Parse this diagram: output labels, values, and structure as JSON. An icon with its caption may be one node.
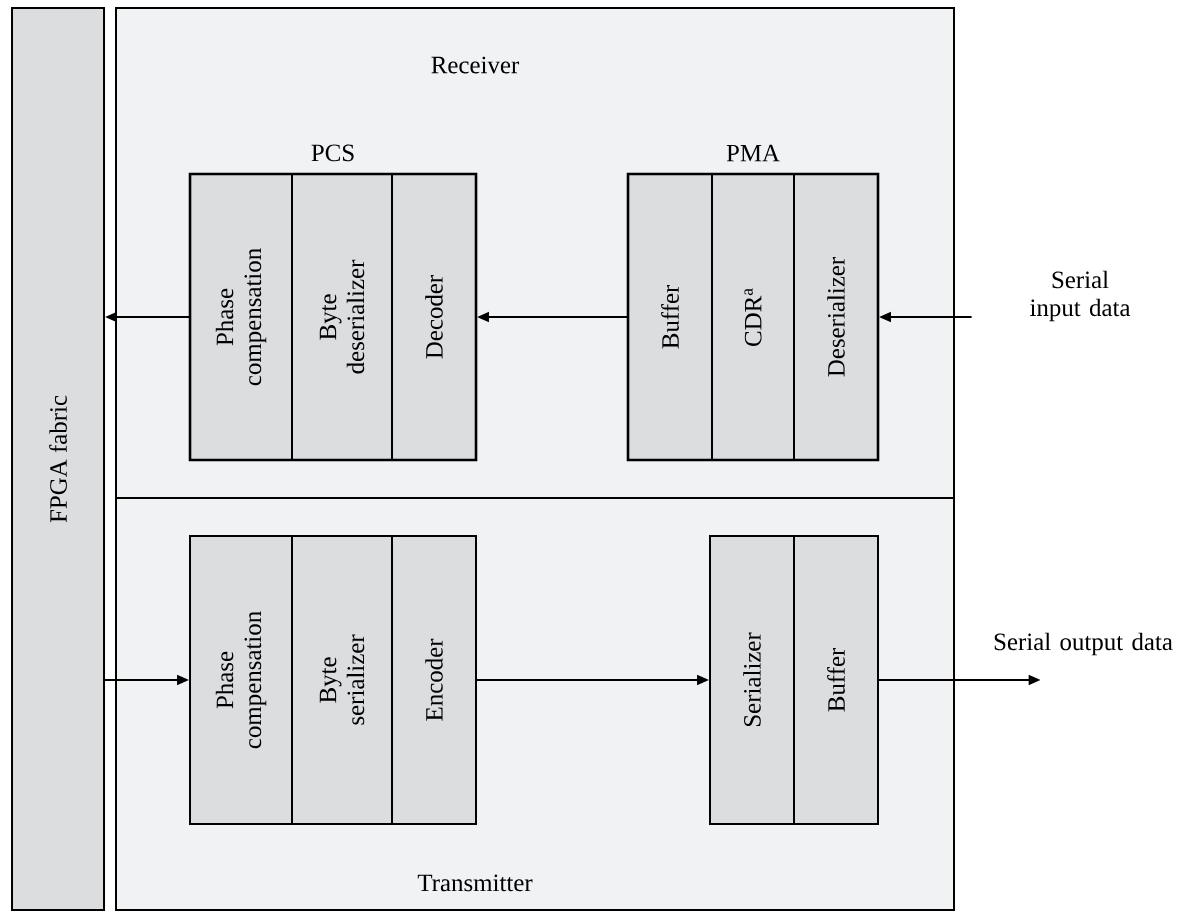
{
  "diagram": {
    "nodes": [
      {
        "text": [
          "FPGA fabric"
        ]
      },
      {
        "text": [
          "Receiver"
        ]
      },
      {
        "text": [
          "PCS"
        ],
        "in": 1
      },
      {
        "text": [
          "Phase compensation"
        ],
        "in": 2
      },
      {
        "text": [
          "Byte deserializer"
        ],
        "in": 2
      },
      {
        "text": [
          "Decoder"
        ],
        "in": 2
      },
      {
        "text": [
          "PMA"
        ],
        "in": 1
      },
      {
        "text": [
          "Buffer"
        ],
        "in": 6
      },
      {
        "text": [
          "CDR$^{a}$"
        ],
        "in": 6
      },
      {
        "text": [
          "Deserializer"
        ],
        "in": 6
      },
      {
        "text": [
          "Transmitter"
        ]
      },
      {
        "text": [
          "Phase compensation"
        ],
        "in": 10
      },
      {
        "text": [
          "Byte serializer"
        ],
        "in": 10
      },
      {
        "text": [
          "Encoder"
        ],
        "in": 10
      },
      {
        "text": [
          "Serializer"
        ],
        "in": 10
      },
      {
        "text": [
          "Buffer"
        ],
        "in": 10
      },
      {
        "text": [
          "Serial input data"
        ]
      },
      {
        "text": [
          "Serial output data"
        ]
      }
    ],
    "edges": [
      {
        "from": 16,
        "to": 9,
        "arrow": "to"
      },
      {
        "from": 7,
        "to": 5,
        "arrow": "to"
      },
      {
        "from": 3,
        "to": 0,
        "arrow": "to"
      },
      {
        "from": 0,
        "to": 11,
        "arrow": "to"
      },
      {
        "from": 13,
        "to": 14,
        "arrow": "to"
      },
      {
        "from": 15,
        "to": 17,
        "arrow": "to"
      }
    ]
  }
}
